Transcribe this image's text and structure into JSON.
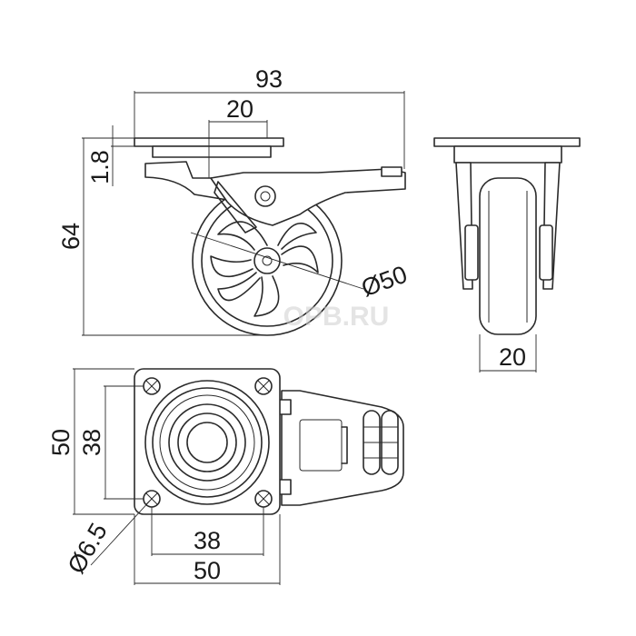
{
  "dimensions": {
    "overall_length": "93",
    "swivel_offset": "20",
    "plate_thickness": "1.8",
    "total_height": "64",
    "wheel_diameter": "Ø50",
    "wheel_width": "20",
    "plate_size_vertical": "50",
    "bolt_spacing_vertical": "38",
    "bolt_hole_diameter": "Ø6.5",
    "bolt_spacing_horizontal": "38",
    "plate_size_horizontal": "50"
  },
  "watermark": "OPB.RU"
}
